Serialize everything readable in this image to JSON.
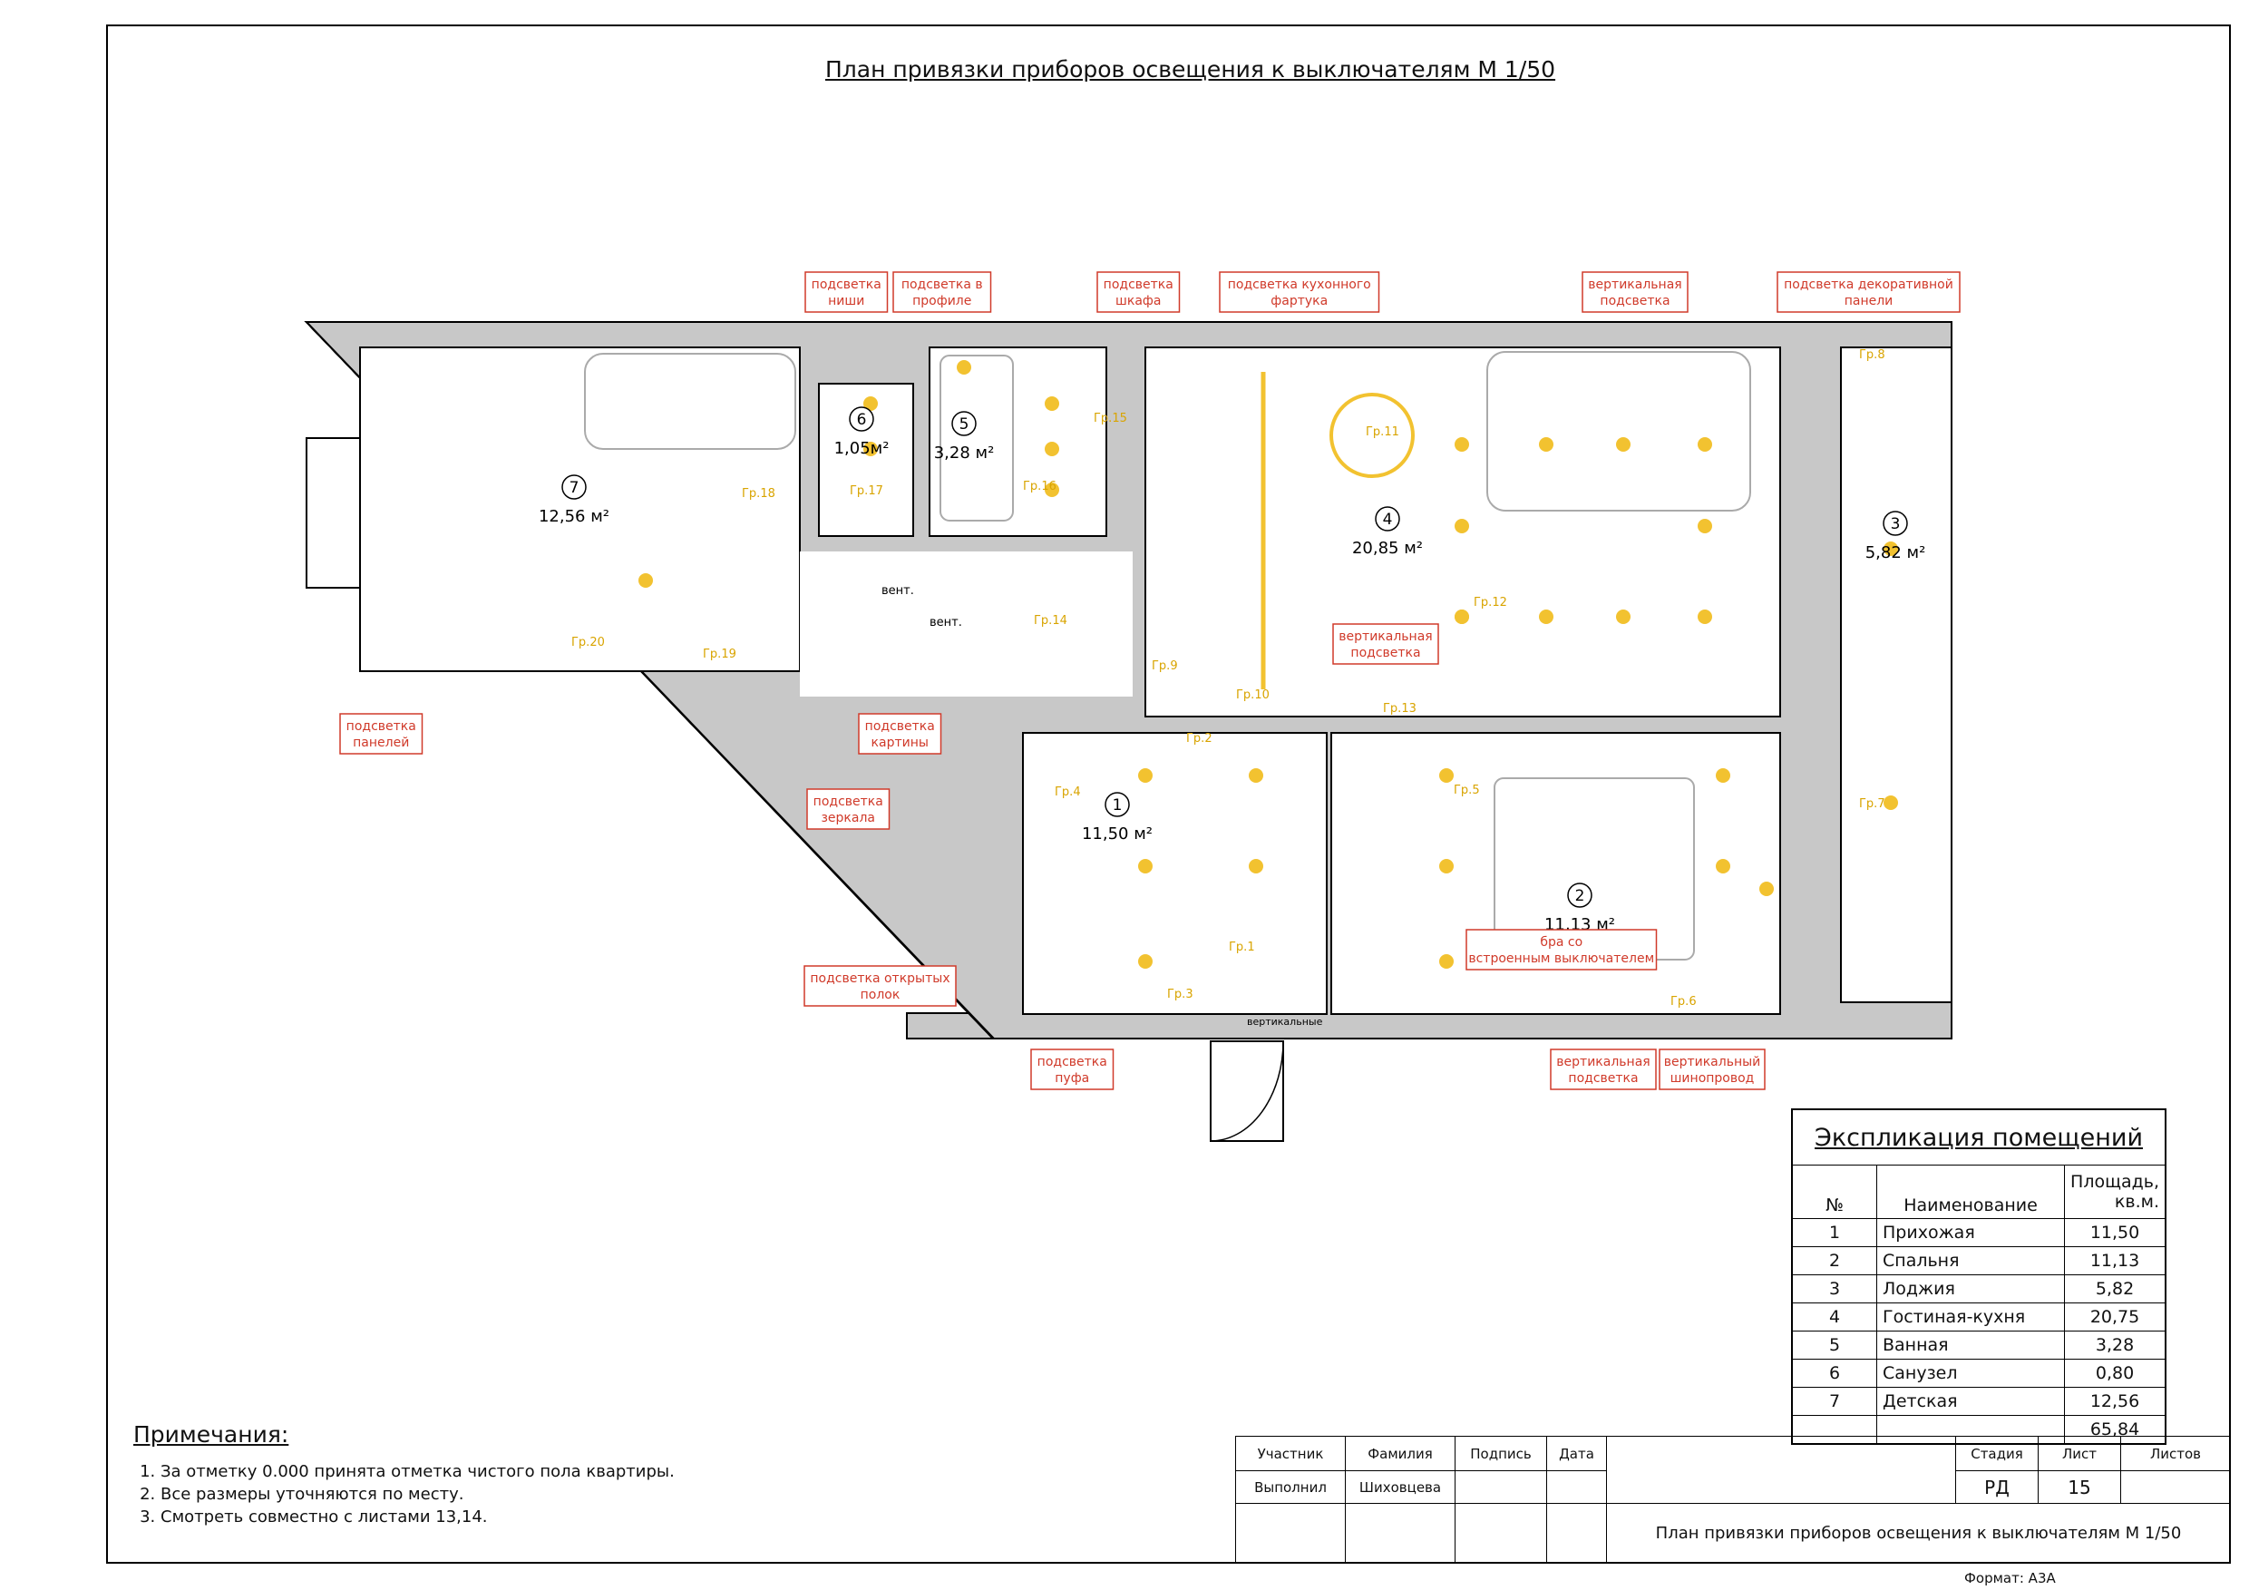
{
  "title": "План привязки приборов освещения к выключателям М 1/50",
  "rooms": [
    {
      "num": "7",
      "area": "12,56 м²"
    },
    {
      "num": "6",
      "area": "1,05м²"
    },
    {
      "num": "5",
      "area": "3,28 м²"
    },
    {
      "num": "4",
      "area": "20,85 м²"
    },
    {
      "num": "3",
      "area": "5,82 м²"
    },
    {
      "num": "1",
      "area": "11,50 м²"
    },
    {
      "num": "2",
      "area": "11,13 м²"
    }
  ],
  "callouts": {
    "niche": "подсветка ниши",
    "profile": "подсветка в профиле",
    "wardrobe": "подсветка шкафа",
    "apron": "подсветка кухонного фартука",
    "vertical_top": "вертикальная подсветка",
    "deco_panel": "подсветка декоративной панели",
    "panels": "подсветка панелей",
    "picture": "подсветка картины",
    "mirror": "подсветка зеркала",
    "open_shelves": "подсветка открытых полок",
    "pouf": "подсветка пуфа",
    "vertical_mid": "вертикальная подсветка",
    "sconce": "бра со встроенным выключателем",
    "vertical_bottom": "вертикальная подсветка",
    "track": "вертикальный шинопровод"
  },
  "groups": [
    "Гр.1",
    "Гр.2",
    "Гр.3",
    "Гр.4",
    "Гр.5",
    "Гр.6",
    "Гр.7",
    "Гр.8",
    "Гр.9",
    "Гр.10",
    "Гр.11",
    "Гр.12",
    "Гр.13",
    "Гр.14",
    "Гр.15",
    "Гр.16",
    "Гр.17",
    "Гр.18",
    "Гр.19",
    "Гр.20"
  ],
  "labels": {
    "vent1": "вент.",
    "vent2": "вент.",
    "entrance": "вертикальные"
  },
  "explication": {
    "caption": "Экспликация помещений",
    "headers": [
      "№",
      "Наименование",
      "Площадь, кв.м."
    ],
    "rows": [
      [
        "1",
        "Прихожая",
        "11,50"
      ],
      [
        "2",
        "Спальня",
        "11,13"
      ],
      [
        "3",
        "Лоджия",
        "5,82"
      ],
      [
        "4",
        "Гостиная-кухня",
        "20,75"
      ],
      [
        "5",
        "Ванная",
        "3,28"
      ],
      [
        "6",
        "Санузел",
        "0,80"
      ],
      [
        "7",
        "Детская",
        "12,56"
      ]
    ],
    "total": "65,84"
  },
  "notes": {
    "heading": "Примечания:",
    "items": [
      "За отметку 0.000 принята отметка чистого пола квартиры.",
      "Все размеры уточняются по месту.",
      "Смотреть совместно с листами  13,14."
    ]
  },
  "stamp": {
    "participant": "Участник",
    "surname": "Фамилия",
    "signature": "Подпись",
    "date": "Дата",
    "done": "Выполнил",
    "person": "Шиховцева",
    "stage_h": "Стадия",
    "sheet_h": "Лист",
    "sheets_h": "Листов",
    "stage": "РД",
    "sheet": "15",
    "sheet_title": "План привязки приборов освещения к выключателям М 1/50"
  },
  "format": "Формат: А3А",
  "colors": {
    "wall": "#c8c8c8",
    "light": "#f2c230",
    "callout": "#d03a2a",
    "switch": "#222"
  }
}
